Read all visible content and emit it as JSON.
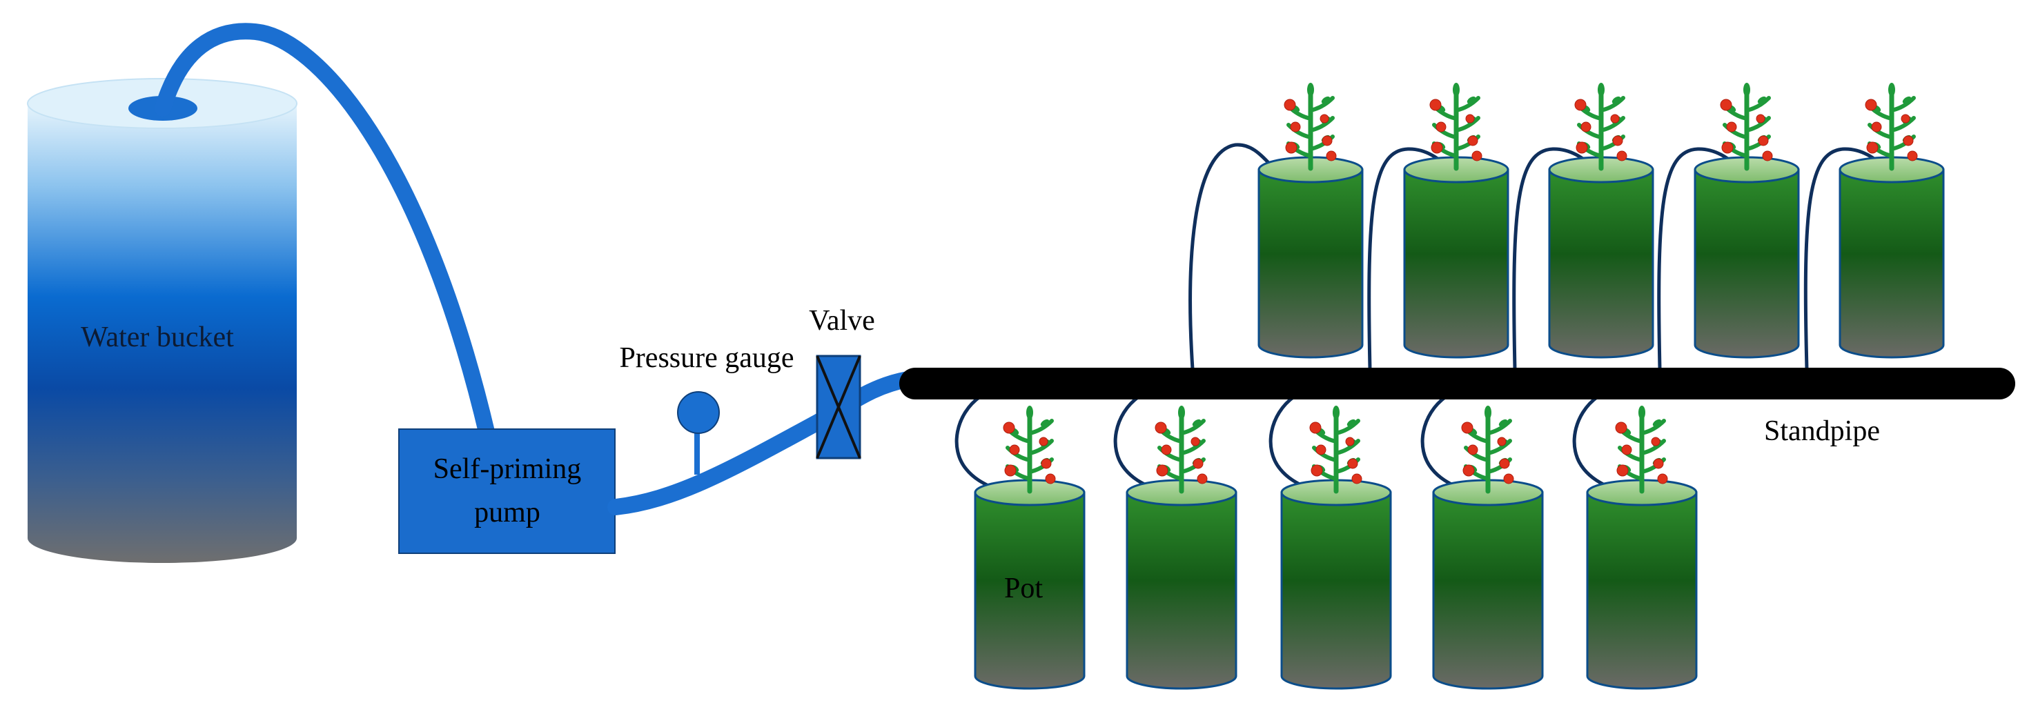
{
  "labels": {
    "water_bucket": "Water bucket",
    "pump_line1": "Self-priming",
    "pump_line2": "pump",
    "pressure_gauge": "Pressure gauge",
    "valve": "Valve",
    "standpipe": "Standpipe",
    "pot": "Pot"
  },
  "colors": {
    "hose_blue": "#1b6fd1",
    "bucket_top": "#d4ecfa",
    "bucket_mid": "#0a4fae",
    "bucket_bottom": "#6e6e6e",
    "pump_fill": "#1a6ccc",
    "pot_top": "#8dc57e",
    "pot_body_top": "#2f8a2c",
    "pot_body_mid": "#175c19",
    "pot_body_bottom": "#5d6358",
    "drip_tube": "#0f2f5c",
    "standpipe": "#000000",
    "plant_green": "#1f9a3a",
    "fruit_red": "#e0321c"
  },
  "pots": {
    "upper_row_count": 5,
    "lower_row_count": 5
  }
}
